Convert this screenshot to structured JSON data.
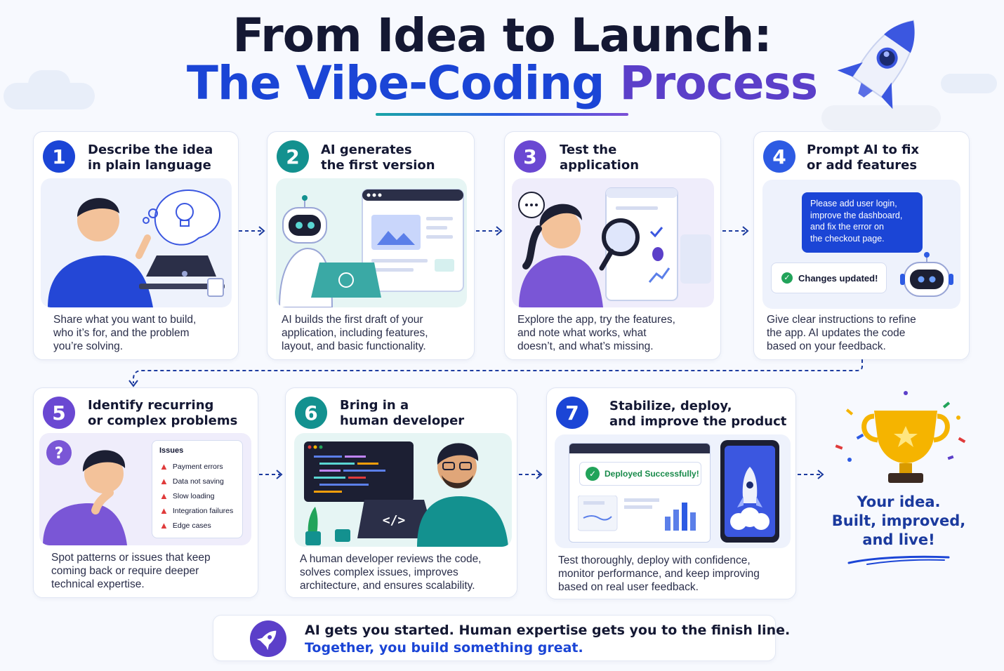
{
  "header": {
    "title_line1": "From Idea to Launch:",
    "title_line2_main": "The Vibe-Coding ",
    "title_line2_accent": "Process"
  },
  "colors": {
    "badge_blue": "#1b45d6",
    "badge_teal": "#13918f",
    "badge_purple": "#6a48d2",
    "title_blue": "#1b45d6",
    "title_purple": "#5b3fc9"
  },
  "steps": [
    {
      "number": "1",
      "title_l1": "Describe the idea",
      "title_l2": "in plain language",
      "desc_l1": "Share what you want to build,",
      "desc_l2": "who it’s for, and the problem",
      "desc_l3": "you’re solving."
    },
    {
      "number": "2",
      "title_l1": "AI generates",
      "title_l2": "the first version",
      "desc_l1": "AI builds the first draft of your",
      "desc_l2": "application, including features,",
      "desc_l3": "layout, and basic functionality."
    },
    {
      "number": "3",
      "title_l1": "Test the",
      "title_l2": "application",
      "desc_l1": "Explore the app, try the features,",
      "desc_l2": "and note what works, what",
      "desc_l3": "doesn’t, and what’s missing."
    },
    {
      "number": "4",
      "title_l1": "Prompt AI to fix",
      "title_l2": "or add features",
      "desc_l1": "Give clear instructions to refine",
      "desc_l2": "the app. AI updates the code",
      "desc_l3": "based on your feedback."
    },
    {
      "number": "5",
      "title_l1": "Identify recurring",
      "title_l2": "or complex problems",
      "desc_l1": "Spot patterns or issues that keep",
      "desc_l2": "coming back or require deeper",
      "desc_l3": "technical expertise."
    },
    {
      "number": "6",
      "title_l1": "Bring in a",
      "title_l2": "human developer",
      "desc_l1": "A human developer reviews the code,",
      "desc_l2": "solves complex issues, improves",
      "desc_l3": "architecture, and ensures scalability."
    },
    {
      "number": "7",
      "title_l1": "Stabilize, deploy,",
      "title_l2": "and improve the product",
      "desc_l1": "Test thoroughly, deploy with confidence,",
      "desc_l2": "monitor performance, and keep improving",
      "desc_l3": "based on real user feedback."
    }
  ],
  "prompt_bubble": {
    "l1": "Please add user login,",
    "l2": "improve the dashboard,",
    "l3": "and fix the error on",
    "l4": "the checkout page."
  },
  "changes_toast": "Changes updated!",
  "issues_panel": {
    "heading": "Issues",
    "items": [
      "Payment errors",
      "Data not saving",
      "Slow loading",
      "Integration failures",
      "Edge cases"
    ]
  },
  "deploy_status": "Deployed Successfully!",
  "final": {
    "l1": "Your idea.",
    "l2": "Built, improved,",
    "l3": "and live!"
  },
  "banner": {
    "line1": "AI gets you started. Human expertise gets you to the finish line.",
    "line2": "Together, you build something great."
  },
  "icons": {
    "rocket": "rocket-icon",
    "trophy": "trophy-icon",
    "bulb": "lightbulb-icon",
    "robot": "robot-icon",
    "magnifier": "magnifier-icon",
    "bug": "bug-icon",
    "check": "check-icon",
    "warning": "warning-icon",
    "question": "question-icon",
    "code": "code-icon"
  }
}
